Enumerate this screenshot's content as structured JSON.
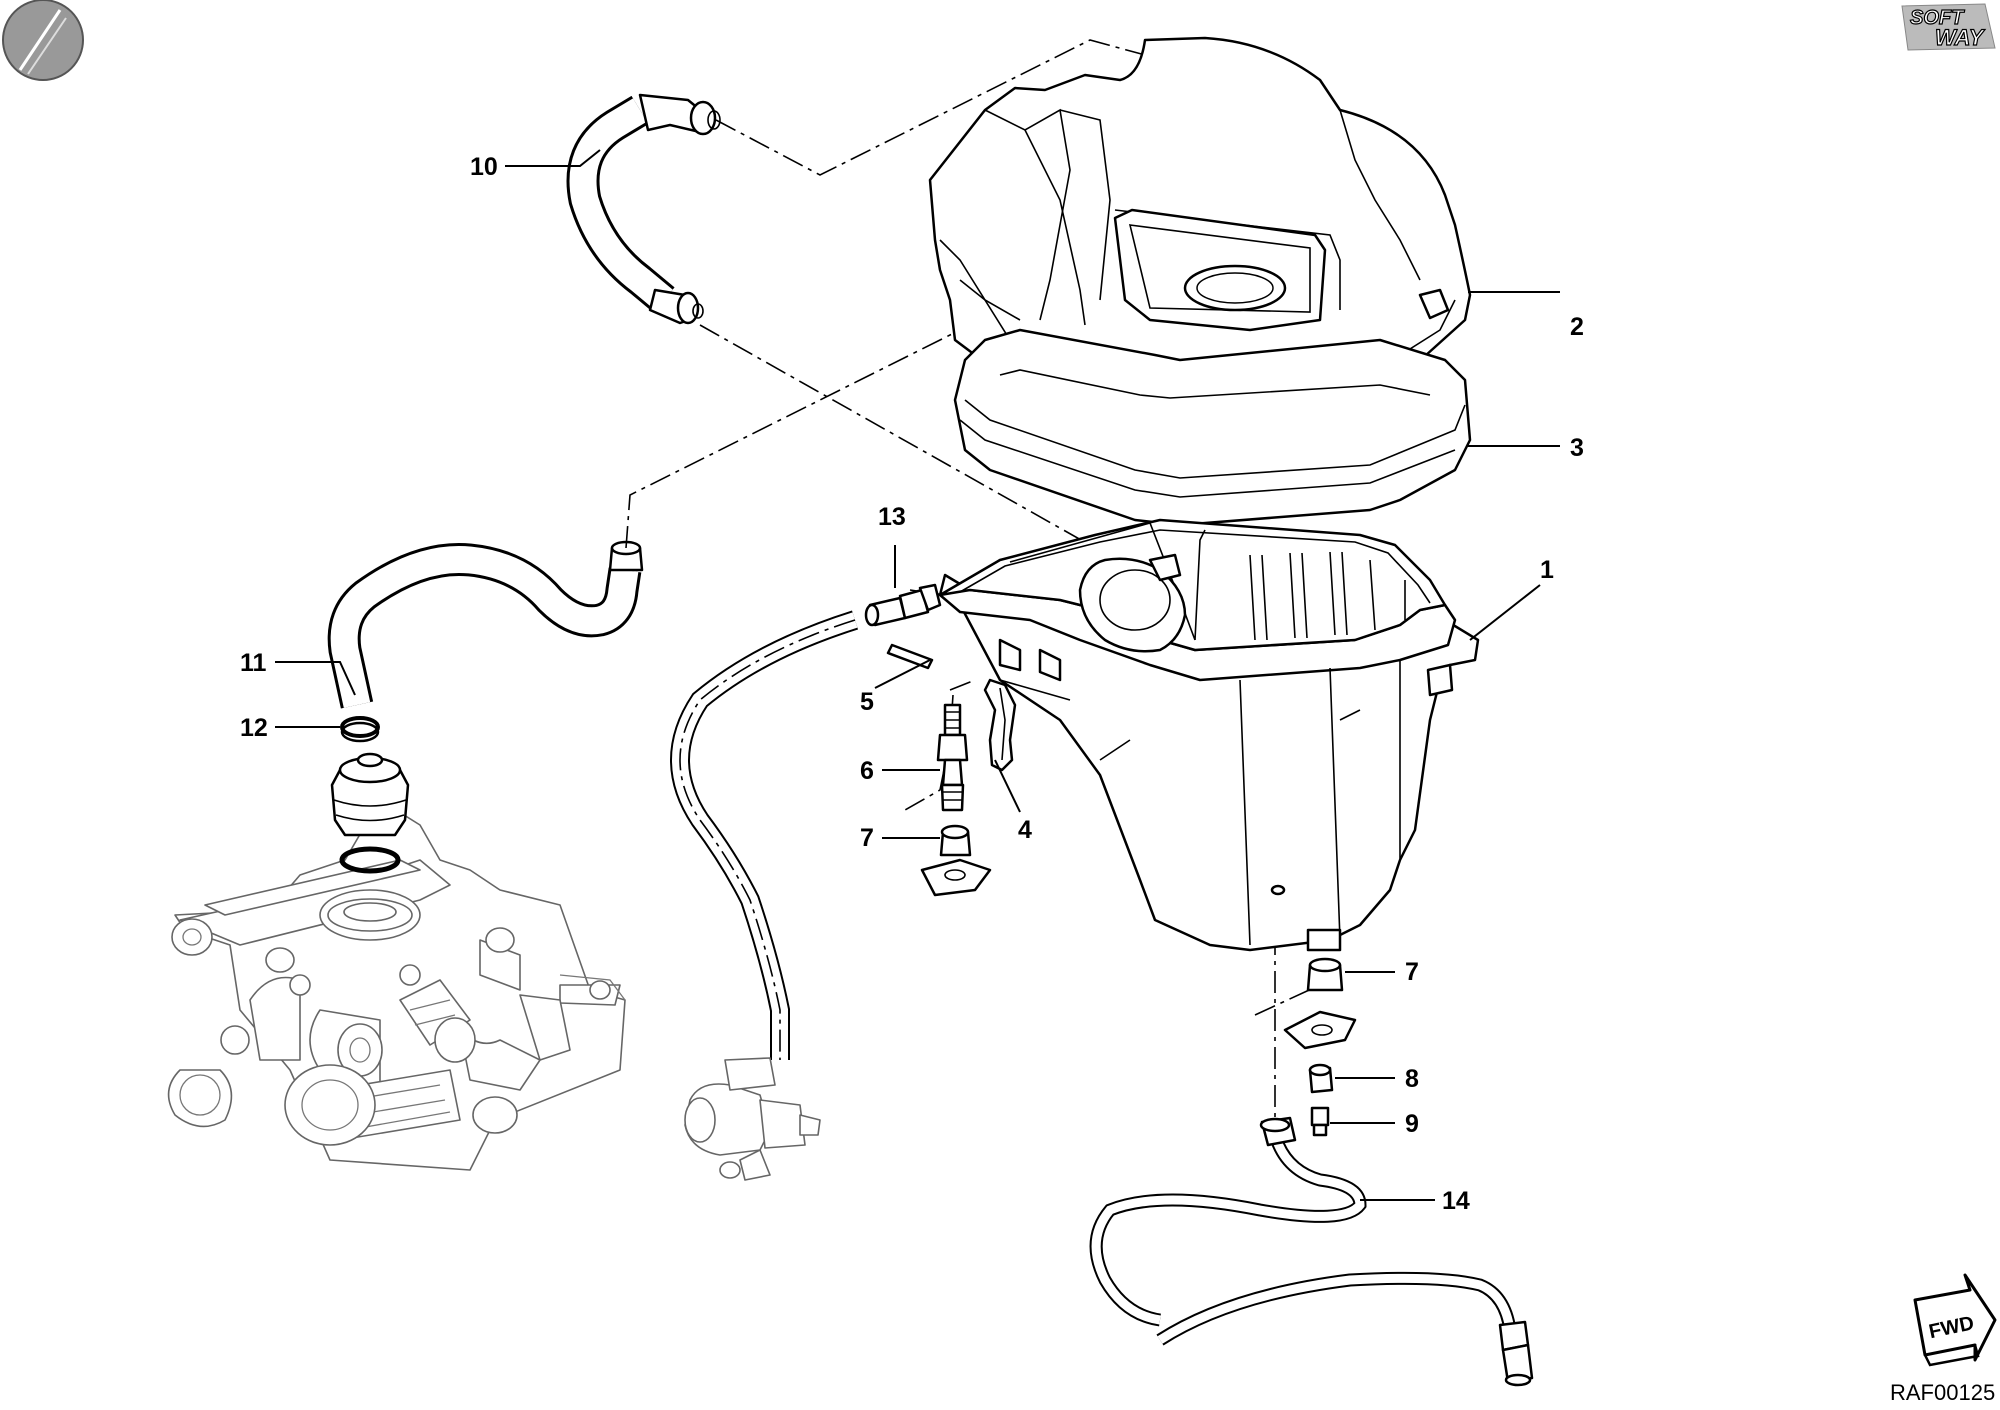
{
  "brand": {
    "logo_line1": "SOFT",
    "logo_line2": "WAY"
  },
  "drawing_code": "RAF00125",
  "fwd_label": "FWD",
  "callouts": [
    {
      "id": "1",
      "label": "1"
    },
    {
      "id": "2",
      "label": "2"
    },
    {
      "id": "3",
      "label": "3"
    },
    {
      "id": "4",
      "label": "4"
    },
    {
      "id": "5",
      "label": "5"
    },
    {
      "id": "6",
      "label": "6"
    },
    {
      "id": "7a",
      "label": "7"
    },
    {
      "id": "7b",
      "label": "7"
    },
    {
      "id": "8",
      "label": "8"
    },
    {
      "id": "9",
      "label": "9"
    },
    {
      "id": "10",
      "label": "10"
    },
    {
      "id": "11",
      "label": "11"
    },
    {
      "id": "12",
      "label": "12"
    },
    {
      "id": "13",
      "label": "13"
    },
    {
      "id": "14",
      "label": "14"
    }
  ]
}
